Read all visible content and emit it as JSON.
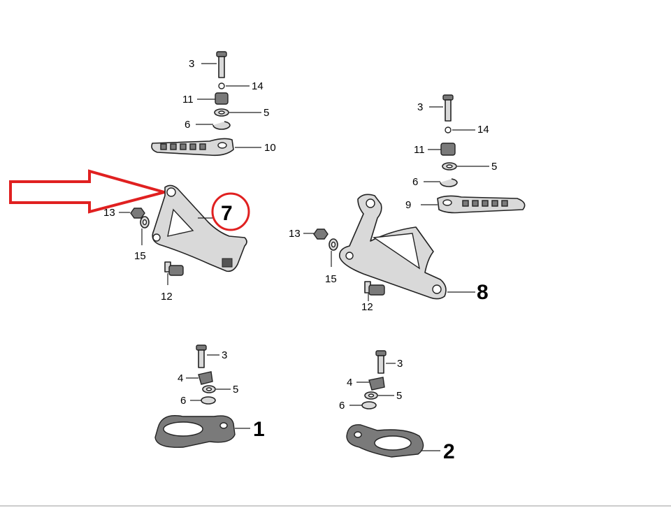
{
  "labels": {
    "l_3a": "3",
    "l_14a": "14",
    "l_11a": "11",
    "l_5a": "5",
    "l_6a": "6",
    "l_10": "10",
    "l_13a": "13",
    "l_15a": "15",
    "l_12a": "12",
    "l_7": "7",
    "l_3b": "3",
    "l_14b": "14",
    "l_11b": "11",
    "l_5b": "5",
    "l_6b": "6",
    "l_9": "9",
    "l_13b": "13",
    "l_15b": "15",
    "l_12b": "12",
    "l_8": "8",
    "l_3c": "3",
    "l_4c": "4",
    "l_5c": "5",
    "l_6c": "6",
    "l_1": "1",
    "l_3d": "3",
    "l_4d": "4",
    "l_5d": "5",
    "l_6d": "6",
    "l_2": "2"
  },
  "colors": {
    "highlight": "#e02020",
    "ink": "#111111",
    "part_fill": "#d9d9d9"
  }
}
